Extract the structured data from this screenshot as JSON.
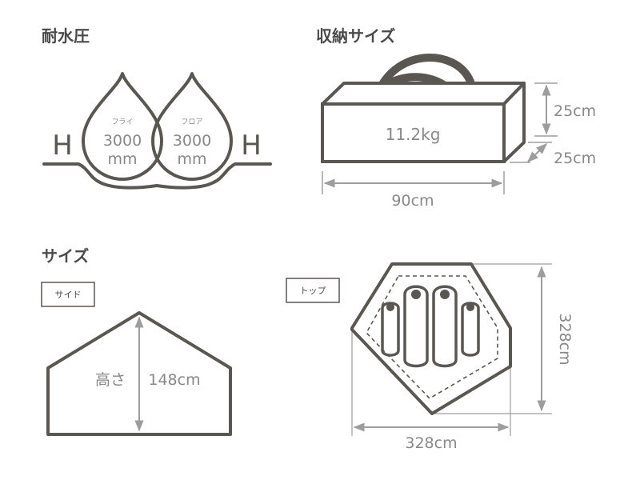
{
  "water_pressure": {
    "heading": "耐水圧",
    "h_left": "H",
    "h_right": "H",
    "fly": {
      "label": "フライ",
      "value": "3000",
      "unit": "mm"
    },
    "floor": {
      "label": "フロア",
      "value": "3000",
      "unit": "mm"
    }
  },
  "storage": {
    "heading": "収納サイズ",
    "weight": "11.2kg",
    "height": "25cm",
    "depth": "25cm",
    "width": "90cm"
  },
  "size": {
    "heading": "サイズ",
    "side_tag": "サイド",
    "height_word": "高さ",
    "height_value": "148cm",
    "top_tag": "トップ",
    "top_height": "328cm",
    "top_width": "328cm",
    "sleeping_bags": 4
  },
  "colors": {
    "outline": "#5a5753",
    "dimension": "#9d9d9d",
    "heading": "#4a4a4a"
  }
}
